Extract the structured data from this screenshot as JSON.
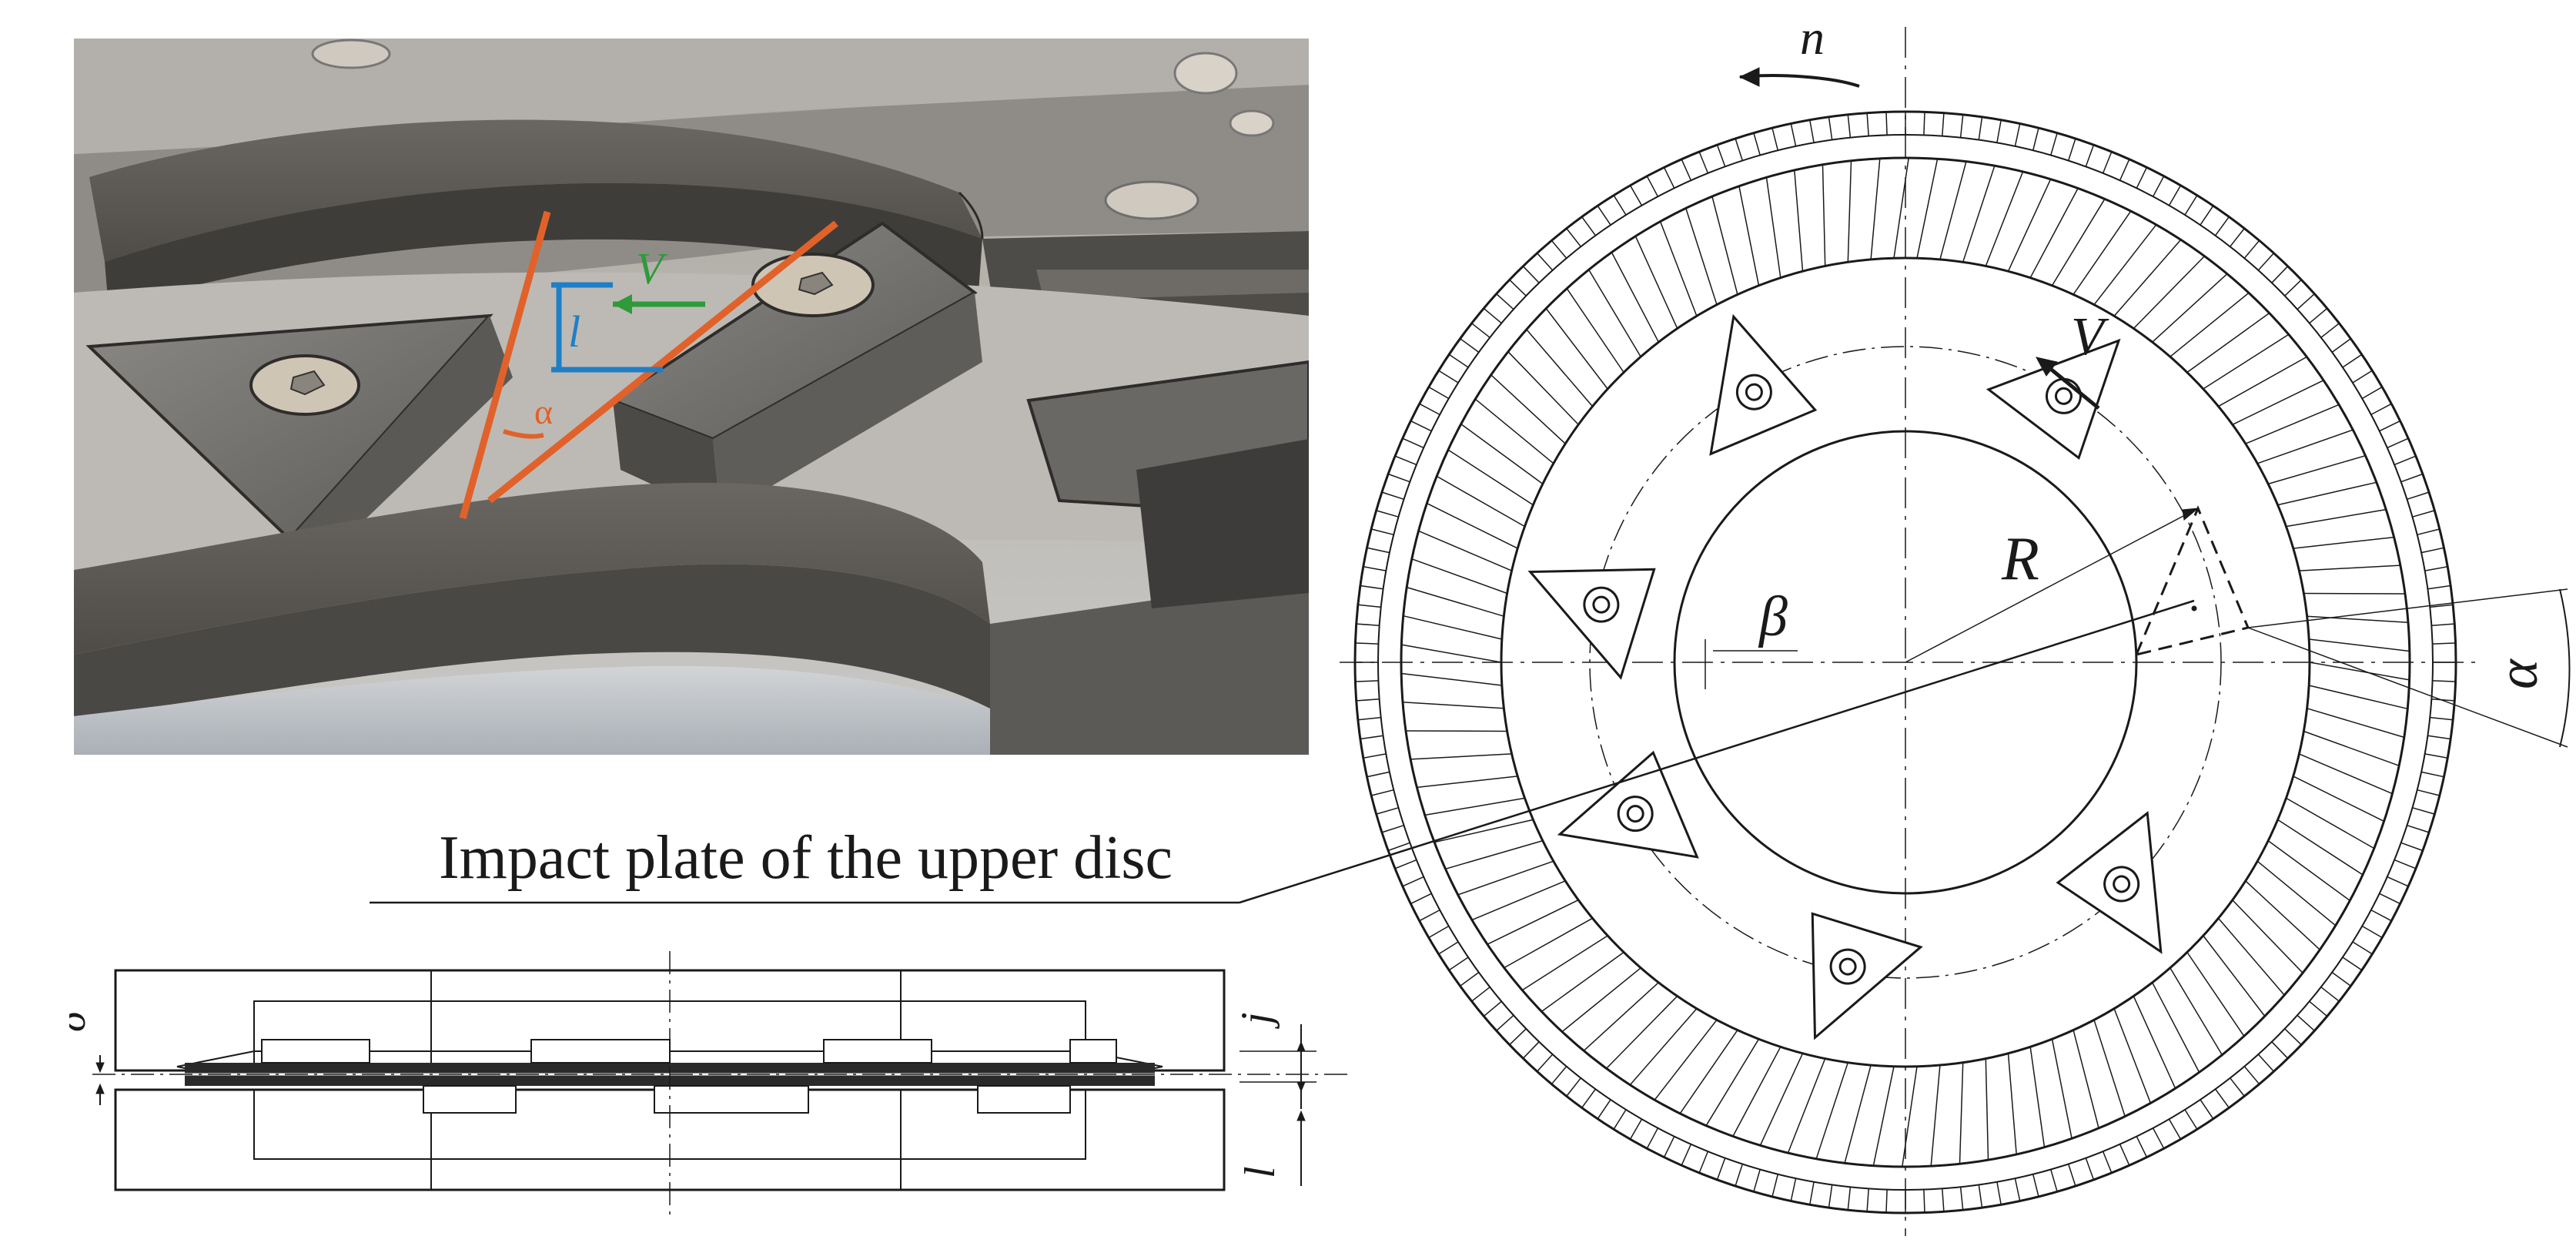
{
  "render_view": {
    "label_velocity": "V",
    "label_length": "l",
    "label_angle": "α",
    "colors": {
      "cut_line": "#e0622a",
      "dimension": "#1f7fc6",
      "velocity": "#2e9a3a"
    }
  },
  "callout": {
    "text": "Impact plate of the upper disc"
  },
  "section_view": {
    "label_delta": "δ",
    "label_j": "j",
    "label_l": "l"
  },
  "disc_view": {
    "label_rotation": "n",
    "label_velocity": "V",
    "label_radius": "R",
    "label_beta": "β",
    "label_alpha": "α"
  }
}
